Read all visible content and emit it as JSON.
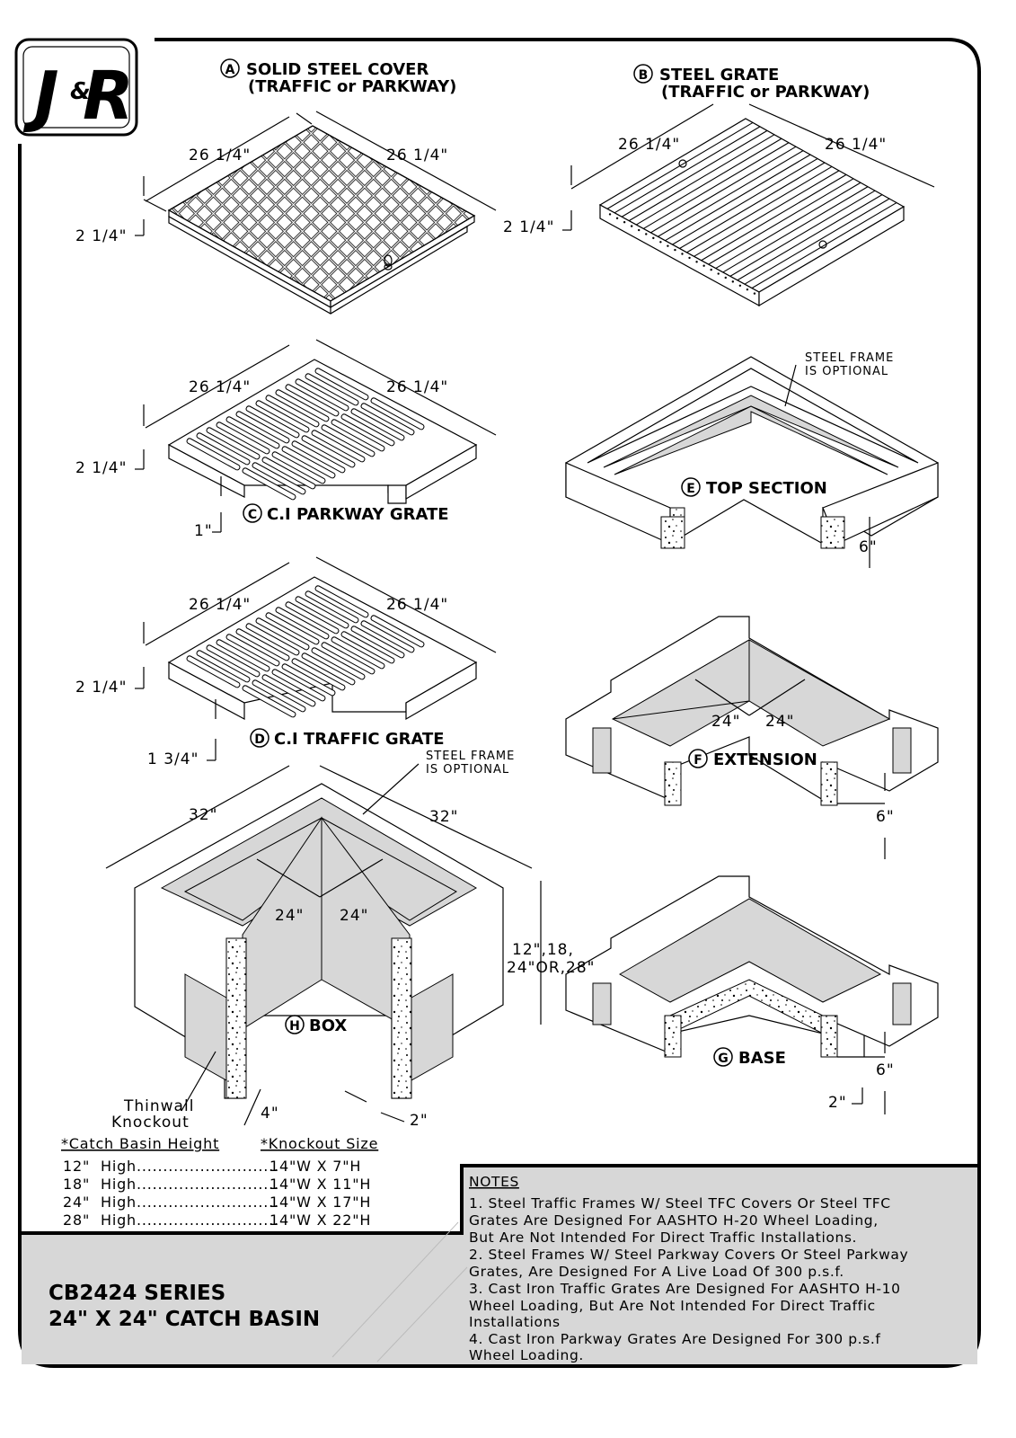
{
  "title": {
    "series": "CB2424 SERIES",
    "name": "24\" X 24\" CATCH BASIN"
  },
  "logo": {
    "text_left": "J",
    "text_mid": "&",
    "text_right": "R"
  },
  "parts": {
    "a": {
      "letter": "A",
      "label_line1": "SOLID STEEL COVER",
      "label_line2": "(TRAFFIC or PARKWAY)"
    },
    "b": {
      "letter": "B",
      "label_line1": "STEEL GRATE",
      "label_line2": "(TRAFFIC or PARKWAY)"
    },
    "c": {
      "letter": "C",
      "label": "C.I PARKWAY GRATE"
    },
    "d": {
      "letter": "D",
      "label": "C.I TRAFFIC GRATE"
    },
    "e": {
      "letter": "E",
      "label": "TOP SECTION"
    },
    "f": {
      "letter": "F",
      "label": "EXTENSION"
    },
    "g": {
      "letter": "G",
      "label": "BASE"
    },
    "h": {
      "letter": "H",
      "label": "BOX"
    }
  },
  "dimensions": {
    "grate_side": "26 1/4\"",
    "grate_height": "2 1/4\"",
    "parkway_lip": "1\"",
    "traffic_lip": "1 3/4\"",
    "inner": "24\"",
    "wall_6": "6\"",
    "base_2": "2\"",
    "box_outer": "32\"",
    "box_heights": "12\",18,",
    "box_heights_2": "24\"OR,28\"",
    "box_wall": "4\"",
    "box_wall_2": "2\""
  },
  "callouts": {
    "steel_frame_1": "STEEL FRAME",
    "steel_frame_2": "IS OPTIONAL",
    "thinwall_1": "Thinwall",
    "thinwall_2": "Knockout"
  },
  "knockout_table": {
    "header_left": "*Catch Basin Height",
    "header_right": "*Knockout Size",
    "rows": [
      {
        "height": "12\"",
        "label": "High",
        "size": "14\"W X 7\"H"
      },
      {
        "height": "18\"",
        "label": "High",
        "size": "14\"W X 11\"H"
      },
      {
        "height": "24\"",
        "label": "High",
        "size": "14\"W X 17\"H"
      },
      {
        "height": "28\"",
        "label": "High",
        "size": "14\"W X 22\"H"
      }
    ]
  },
  "notes": {
    "heading": "NOTES",
    "lines": [
      "1. Steel Traffic Frames W/ Steel TFC Covers Or Steel TFC",
      "Grates Are Designed For AASHTO H-20 Wheel Loading,",
      "But Are Not Intended For Direct Traffic Installations.",
      "2. Steel Frames W/ Steel Parkway Covers Or Steel Parkway",
      "Grates, Are Designed For A Live Load Of 300 p.s.f.",
      "3. Cast Iron Traffic Grates Are Designed For AASHTO H-10",
      "Wheel Loading, But Are Not Intended For Direct Traffic",
      "Installations",
      "4. Cast Iron Parkway Grates Are Designed For 300 p.s.f",
      "Wheel Loading."
    ]
  }
}
